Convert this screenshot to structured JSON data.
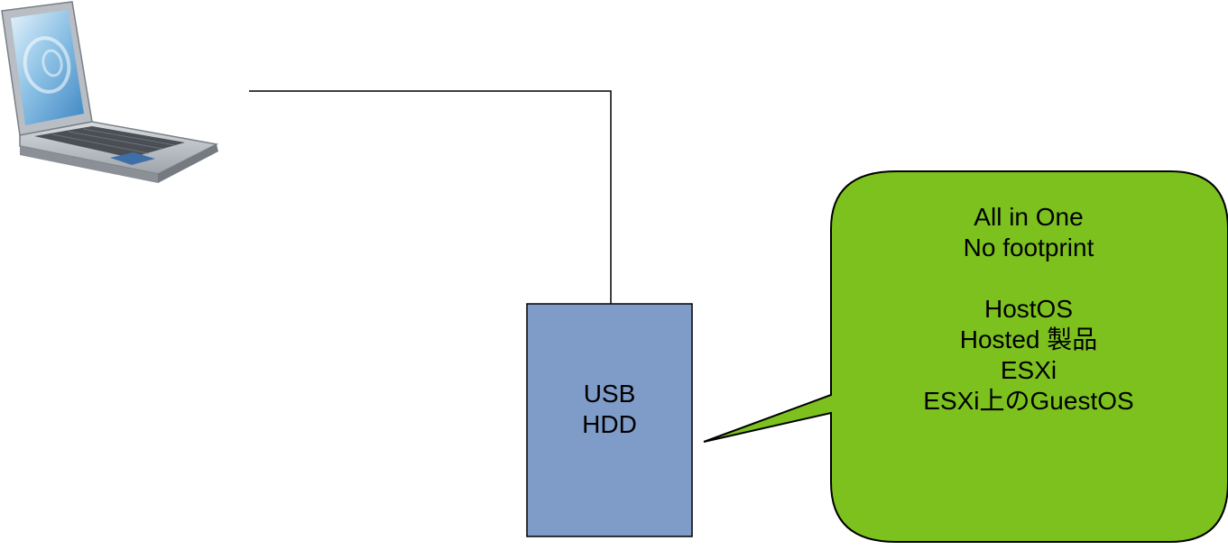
{
  "device_box": {
    "line1": "USB",
    "line2": "HDD",
    "fill_color": "#7f9cc9"
  },
  "callout": {
    "lines": [
      "All in One",
      "No footprint",
      "",
      "HostOS",
      "Hosted 製品",
      "ESXi",
      "ESXi上のGuestOS"
    ],
    "fill_color": "#7dc11f"
  },
  "icons": {
    "laptop": "laptop-icon"
  }
}
